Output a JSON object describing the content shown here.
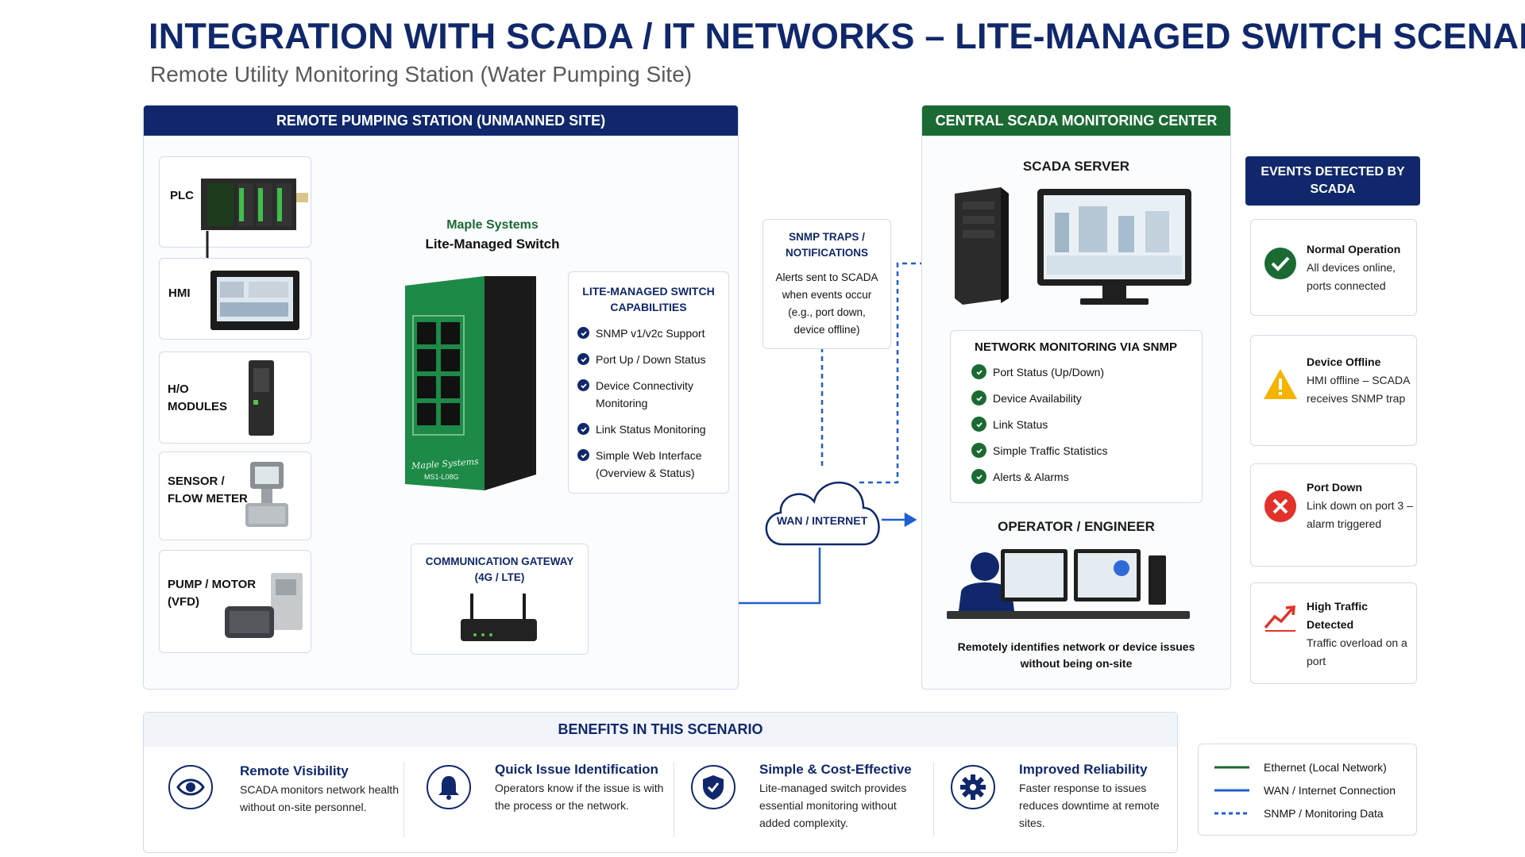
{
  "title": "INTEGRATION WITH SCADA / IT NETWORKS – LITE-MANAGED SWITCH SCENARIO",
  "subtitle": "Remote Utility Monitoring Station (Water Pumping Site)",
  "remote_station": {
    "header": "REMOTE PUMPING STATION (UNMANNED SITE)",
    "devices": [
      {
        "label": "PLC"
      },
      {
        "label": "HMI"
      },
      {
        "label": "H/O\nMODULES"
      },
      {
        "label": "SENSOR /\nFLOW METER"
      },
      {
        "label": "PUMP / MOTOR\n(VFD)"
      }
    ],
    "switch_title_line1": "Maple Systems",
    "switch_title_line2": "Lite-Managed Switch",
    "switch_brand": "Maple Systems",
    "switch_model": "MS1-L08G",
    "capabilities": {
      "title": "LITE-MANAGED SWITCH CAPABILITIES",
      "items": [
        "SNMP v1/v2c Support",
        "Port Up / Down Status",
        "Device Connectivity Monitoring",
        "Link Status Monitoring",
        "Simple Web Interface (Overview & Status)"
      ]
    },
    "gateway": "COMMUNICATION GATEWAY (4G / LTE)"
  },
  "snmp_traps": {
    "title": "SNMP TRAPS / NOTIFICATIONS",
    "desc": "Alerts sent to SCADA when events occur (e.g., port down, device offline)"
  },
  "wan": "WAN / INTERNET",
  "central": {
    "header": "CENTRAL SCADA MONITORING CENTER",
    "server_label": "SCADA SERVER",
    "monitoring": {
      "title": "NETWORK MONITORING VIA SNMP",
      "items": [
        "Port Status (Up/Down)",
        "Device Availability",
        "Link Status",
        "Simple Traffic Statistics",
        "Alerts & Alarms"
      ]
    },
    "operator_label": "OPERATOR / ENGINEER",
    "operator_desc": "Remotely identifies network or device issues without being on-site"
  },
  "events": {
    "header": "EVENTS DETECTED BY SCADA",
    "items": [
      {
        "icon": "check-circle-icon",
        "title": "Normal Operation",
        "desc": "All devices online, ports connected"
      },
      {
        "icon": "warning-triangle-icon",
        "title": "Device Offline",
        "desc": "HMI offline – SCADA receives SNMP trap"
      },
      {
        "icon": "error-x-icon",
        "title": "Port Down",
        "desc": "Link down on port 3 – alarm triggered"
      },
      {
        "icon": "traffic-chart-icon",
        "title": "High Traffic Detected",
        "desc": "Traffic overload on a port"
      }
    ]
  },
  "benefits": {
    "header": "BENEFITS IN THIS SCENARIO",
    "items": [
      {
        "icon": "eye-icon",
        "title": "Remote Visibility",
        "desc": "SCADA monitors network health without on-site personnel."
      },
      {
        "icon": "bell-icon",
        "title": "Quick Issue Identification",
        "desc": "Operators know if the issue is with the process or the network."
      },
      {
        "icon": "shield-check-icon",
        "title": "Simple & Cost-Effective",
        "desc": "Lite-managed switch provides essential monitoring without added complexity."
      },
      {
        "icon": "gear-icon",
        "title": "Improved Reliability",
        "desc": "Faster response to issues reduces downtime at remote sites."
      }
    ]
  },
  "legend": [
    {
      "label": "Ethernet (Local Network)",
      "color": "#1b6a33",
      "style": "solid"
    },
    {
      "label": "WAN / Internet Connection",
      "color": "#1f5fd1",
      "style": "solid"
    },
    {
      "label": "SNMP / Monitoring Data",
      "color": "#1f5fd1",
      "style": "dashed"
    }
  ],
  "colors": {
    "navy": "#10286b",
    "green": "#1b6a33",
    "blue": "#1f5fd1",
    "red": "#e2322b",
    "amber": "#f4b400"
  }
}
